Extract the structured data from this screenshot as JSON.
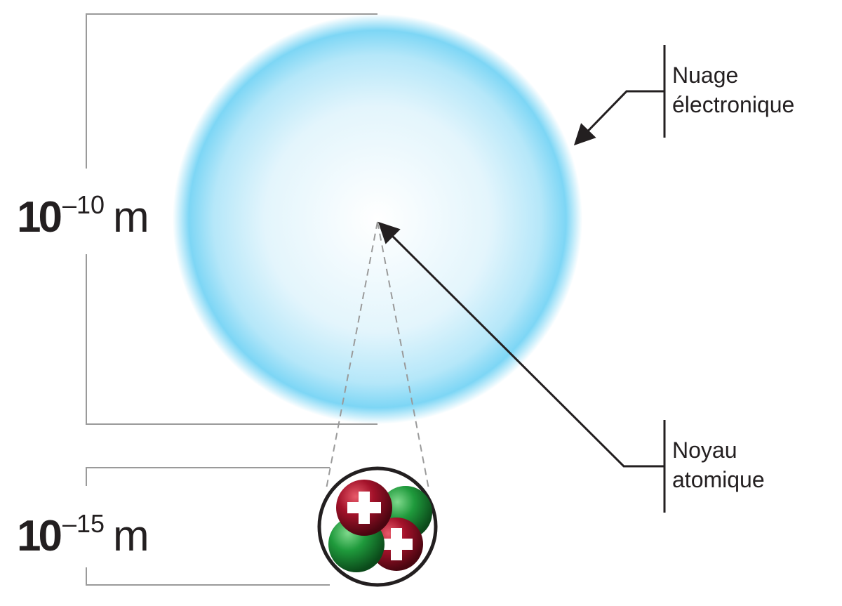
{
  "atom_scale": {
    "base": "10",
    "exponent": "–10",
    "unit": "m"
  },
  "nucleus_scale": {
    "base": "10",
    "exponent": "–15",
    "unit": "m"
  },
  "electron_cloud_label": {
    "line1": "Nuage",
    "line2": "électronique"
  },
  "nucleus_label": {
    "line1": "Noyau",
    "line2": "atomique"
  },
  "colors": {
    "cloud_edge": "#7dd6f5",
    "cloud_center": "#ffffff",
    "proton": "#a3122a",
    "neutron": "#1f9a3c",
    "lines": "#231f20",
    "bracket": "#9a9a9a"
  },
  "nucleus_particles": [
    "proton",
    "neutron",
    "neutron",
    "proton"
  ]
}
